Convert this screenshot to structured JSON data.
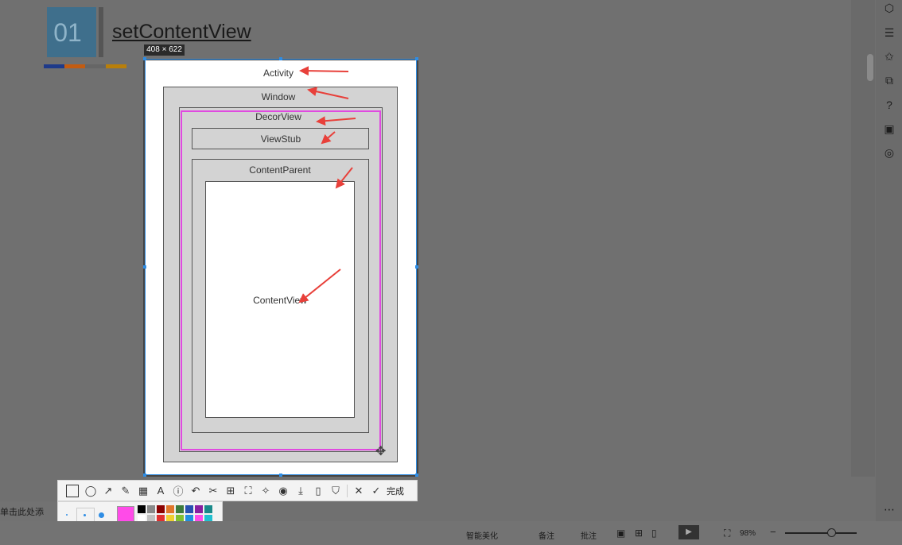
{
  "slide": {
    "number": "01",
    "title": "setContentView",
    "strip_colors": [
      "#1e3a8a",
      "#c35c11",
      "#666666",
      "#b97f0a"
    ]
  },
  "capture": {
    "dimensions": "408 × 622"
  },
  "diagram": {
    "activity": "Activity",
    "window": "Window",
    "decorview": "DecorView",
    "viewstub": "ViewStub",
    "contentparent": "ContentParent",
    "contentview": "ContentView",
    "arrow_color": "#e8403a",
    "highlight_color": "#e04ae0"
  },
  "toolbar": {
    "tools": [
      "rectangle-icon",
      "ellipse-icon",
      "arrow-icon",
      "pen-icon",
      "mosaic-icon",
      "text-icon",
      "number-icon",
      "undo-icon",
      "cutout-icon",
      "ocr-icon",
      "translate-icon",
      "pin-icon",
      "record-icon",
      "download-icon",
      "save-icon",
      "bookmark-icon",
      "close-icon",
      "check-icon"
    ],
    "done_label": "完成",
    "selected_color": "#ff4be8",
    "swatches": [
      "#000000",
      "#888888",
      "#8b0000",
      "#e0762a",
      "#3c7a3c",
      "#2850b0",
      "#8a1fa0",
      "#1a8a8a",
      "#ffffff",
      "#c0c0c0",
      "#e03030",
      "#f0d030",
      "#80c030",
      "#2090e0",
      "#ff4be8",
      "#20c0d0"
    ]
  },
  "notes": {
    "placeholder": "单击此处添"
  },
  "statusbar": {
    "beautify": "智能美化",
    "notes": "备注",
    "comments": "批注",
    "zoom": "98%"
  }
}
